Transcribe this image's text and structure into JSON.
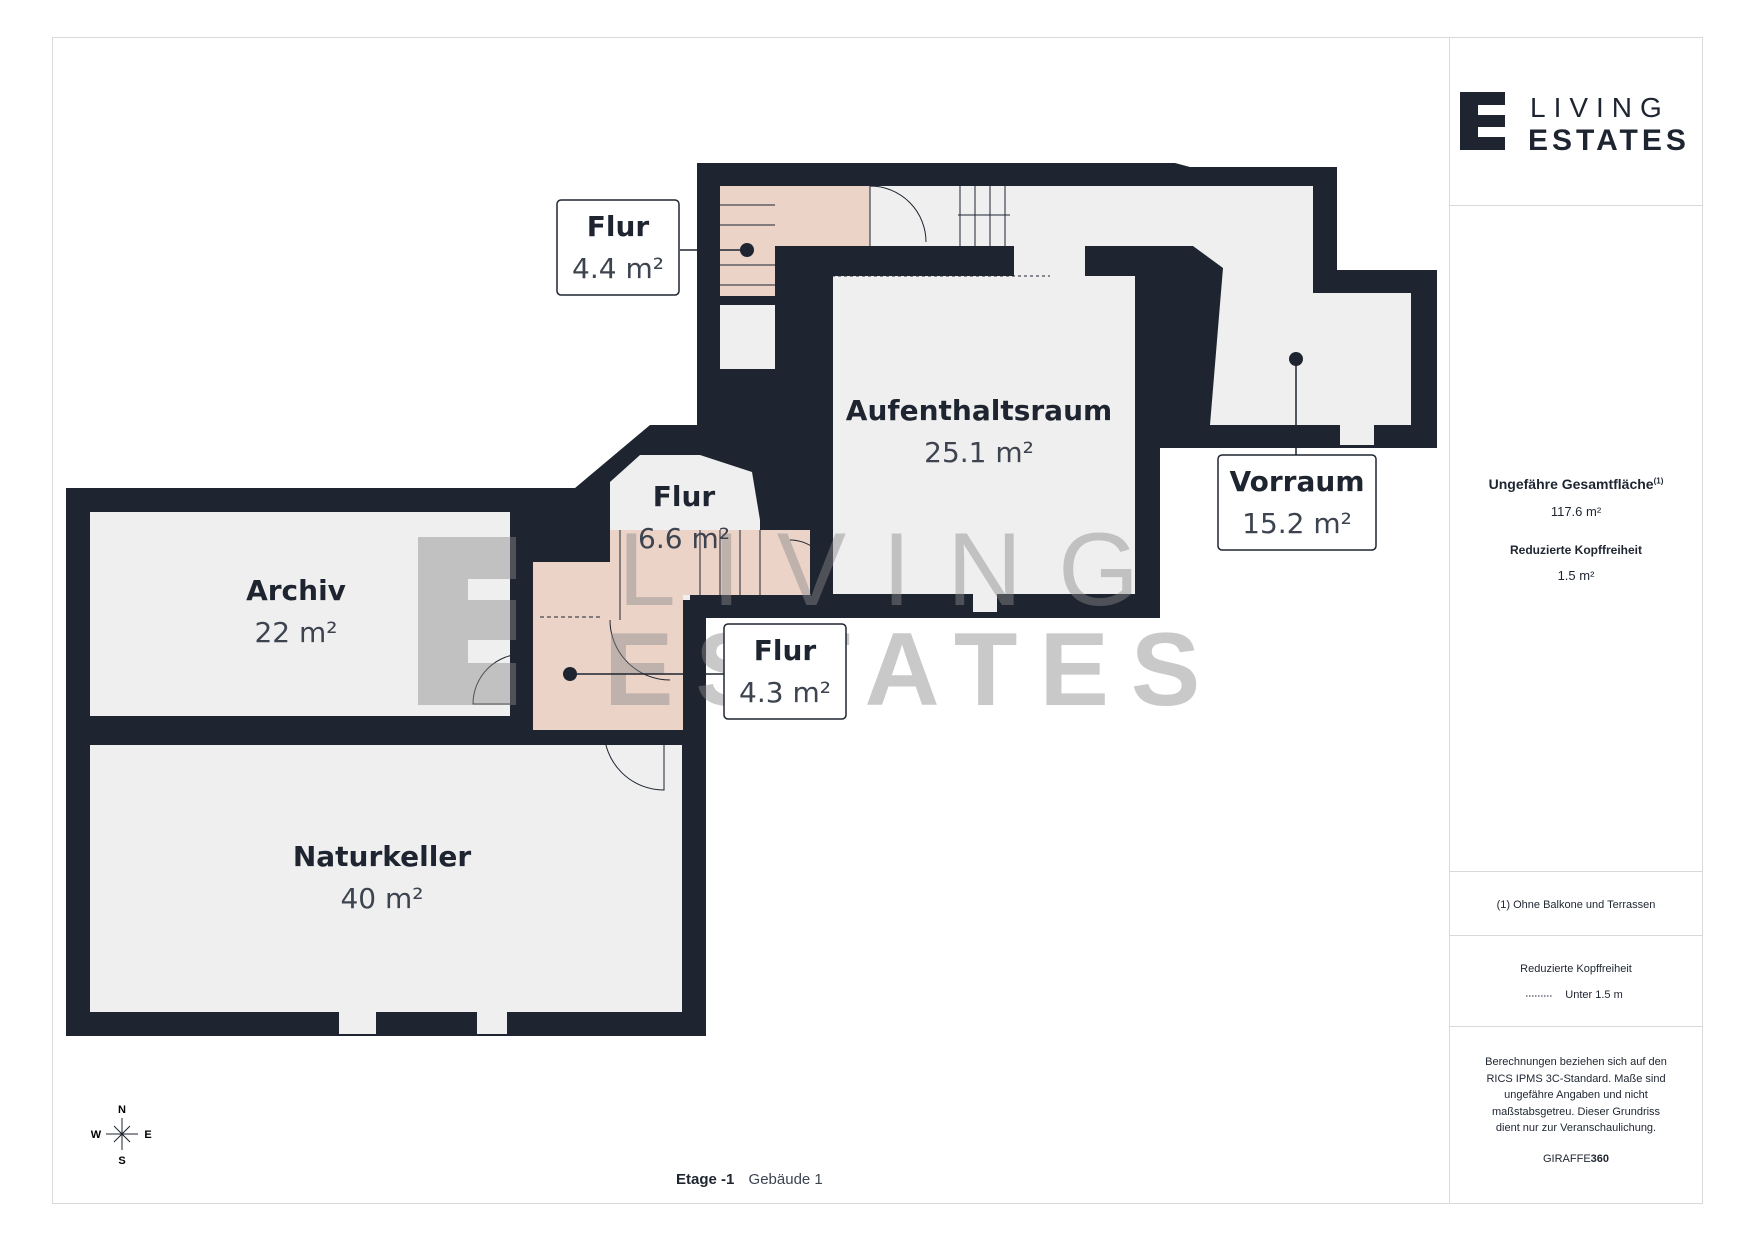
{
  "brand": {
    "logo_line1": "LIVING",
    "logo_line2": "ESTATES"
  },
  "rooms": [
    {
      "id": "flur-top",
      "name": "Flur",
      "area": "4.4 m²"
    },
    {
      "id": "aufenthaltsraum",
      "name": "Aufenthaltsraum",
      "area": "25.1 m²"
    },
    {
      "id": "vorraum",
      "name": "Vorraum",
      "area": "15.2 m²"
    },
    {
      "id": "flur-mid",
      "name": "Flur",
      "area": "6.6 m²"
    },
    {
      "id": "archiv",
      "name": "Archiv",
      "area": "22 m²"
    },
    {
      "id": "flur-low",
      "name": "Flur",
      "area": "4.3 m²"
    },
    {
      "id": "naturkeller",
      "name": "Naturkeller",
      "area": "40 m²"
    }
  ],
  "panel": {
    "total_label": "Ungefähre Gesamtfläche",
    "total_superscript": "(1)",
    "total_value": "117.6 m²",
    "reduced_label": "Reduzierte Kopffreiheit",
    "reduced_value": "1.5 m²",
    "footnote": "(1) Ohne Balkone und Terrassen",
    "legend_title": "Reduzierte Kopffreiheit",
    "legend_item": "Unter 1.5 m",
    "disclaimer_1": "Berechnungen beziehen sich auf den",
    "disclaimer_2": "RICS IPMS 3C-Standard. Maße sind",
    "disclaimer_3": "ungefähre Angaben und nicht",
    "disclaimer_4": "maßstabsgetreu. Dieser Grundriss",
    "disclaimer_5": "dient nur zur Veranschaulichung.",
    "credit_prefix": "GIRAFFE",
    "credit_suffix": "360"
  },
  "footer": {
    "floor": "Etage -1",
    "building": "Gebäude 1"
  },
  "compass": {
    "n": "N",
    "s": "S",
    "e": "E",
    "w": "W"
  },
  "colors": {
    "wall": "#1e2530",
    "floor": "#efefef",
    "stair": "#ebd3c8",
    "watermark": "#9a9a9a"
  }
}
